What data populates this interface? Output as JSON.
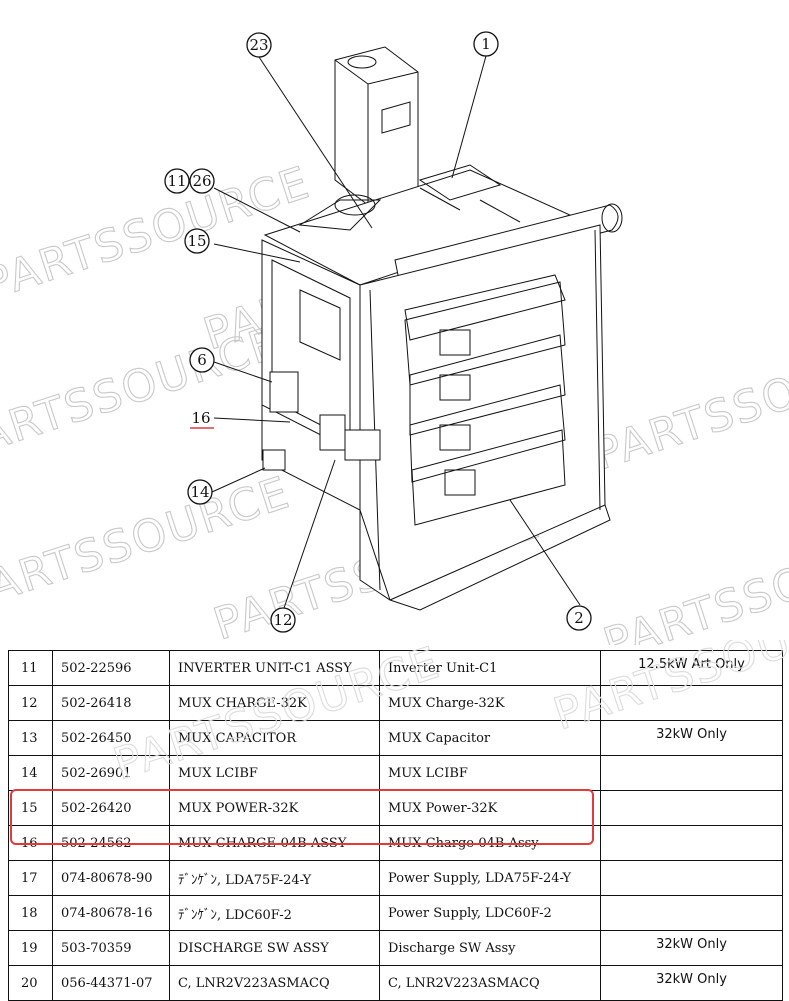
{
  "watermark": "PARTSSOURCE",
  "callouts": {
    "c1": "1",
    "c2": "2",
    "c6": "6",
    "c11": "11",
    "c12": "12",
    "c14": "14",
    "c15": "15",
    "c16": "16",
    "c23": "23",
    "c26": "26"
  },
  "table": {
    "rows": [
      {
        "no": "11",
        "part": "502-22596",
        "name": "INVERTER UNIT-C1 ASSY",
        "desc": "Inverter Unit-C1",
        "note": "12.5kW Art Only"
      },
      {
        "no": "12",
        "part": "502-26418",
        "name": "MUX CHARGE-32K",
        "desc": "MUX Charge-32K",
        "note": ""
      },
      {
        "no": "13",
        "part": "502-26450",
        "name": "MUX CAPACITOR",
        "desc": "MUX Capacitor",
        "note": "32kW Only"
      },
      {
        "no": "14",
        "part": "502-26901",
        "name": "MUX LCIBF",
        "desc": "MUX LCIBF",
        "note": ""
      },
      {
        "no": "15",
        "part": "502-26420",
        "name": "MUX POWER-32K",
        "desc": "MUX Power-32K",
        "note": ""
      },
      {
        "no": "16",
        "part": "502-24562",
        "name": "MUX CHARGE-04B ASSY",
        "desc": "MUX Charge-04B Assy",
        "note": ""
      },
      {
        "no": "17",
        "part": "074-80678-90",
        "name": "ﾃﾞﾝｹﾞﾝ, LDA75F-24-Y",
        "desc": "Power Supply, LDA75F-24-Y",
        "note": ""
      },
      {
        "no": "18",
        "part": "074-80678-16",
        "name": "ﾃﾞﾝｹﾞﾝ, LDC60F-2",
        "desc": "Power Supply, LDC60F-2",
        "note": ""
      },
      {
        "no": "19",
        "part": "503-70359",
        "name": "DISCHARGE SW ASSY",
        "desc": "Discharge SW Assy",
        "note": "32kW Only"
      },
      {
        "no": "20",
        "part": "056-44371-07",
        "name": "C, LNR2V223ASMACQ",
        "desc": "C, LNR2V223ASMACQ",
        "note": "32kW Only"
      }
    ]
  },
  "colors": {
    "highlight": "#e23b3b",
    "line": "#111111",
    "watermark": "#c9c9c9"
  }
}
